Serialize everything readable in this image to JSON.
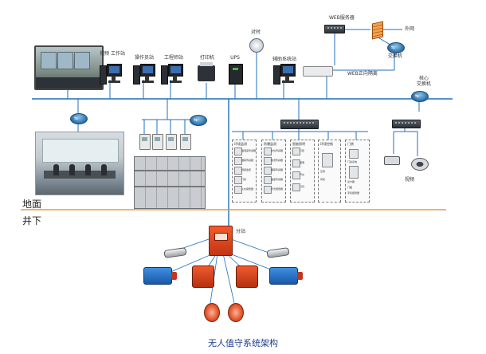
{
  "diagram": {
    "title": "无人值守系统架构",
    "zones": {
      "surface": "地面",
      "underground": "井下"
    },
    "devices": {
      "video_workstation": "视频\n工作站",
      "operator_station": "操作员站",
      "engineer_station": "工程师站",
      "printer": "打印机",
      "ups": "UPS",
      "time_sync": "对时",
      "aux_system_station": "辅助系统站",
      "web_server": "WEB服务器",
      "external_network": "外网",
      "switch_top": "交换机",
      "web_isolation": "WEB正向隔离",
      "core_switch": "核心\n交换机",
      "video": "视频",
      "substation": "分站"
    },
    "aux_columns": [
      {
        "heading": "环境监测",
        "items": [
          "温湿度传感器",
          "烟雾传感器",
          "视频监控",
          "门禁",
          "火灾报警器"
        ]
      },
      {
        "heading": "防爆监测",
        "items": [
          "水位传感器",
          "电流传感器",
          "烟雾传感器",
          "温度传感器",
          "声光报警器"
        ]
      },
      {
        "heading": "智能照明",
        "items": [
          "灯控",
          "照明",
          "开关",
          "灯具"
        ]
      },
      {
        "heading": "环境控制",
        "items": [
          "空调",
          "风机"
        ]
      },
      {
        "heading": "门禁",
        "items": [
          "门禁系统",
          "读卡器",
          "门磁",
          "手机报警器"
        ]
      }
    ]
  }
}
